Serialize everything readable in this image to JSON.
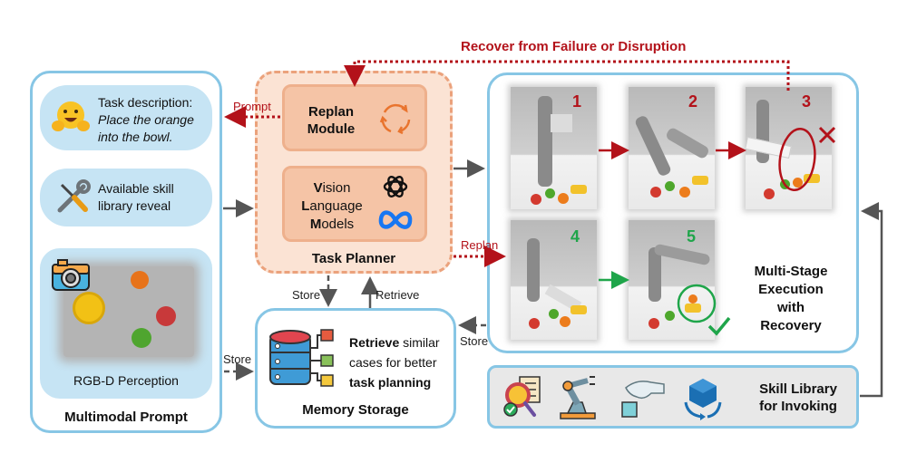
{
  "top_loop": {
    "label": "Recover from Failure or Disruption"
  },
  "multimodal_prompt": {
    "title": "Multimodal Prompt",
    "task": {
      "icon": "hugging-face-emoji-icon",
      "heading": "Task description:",
      "line1": "Place the orange",
      "line2": "into the bowl."
    },
    "skills": {
      "icon": "tools-icon",
      "line1": "Available skill",
      "line2": "library reveal"
    },
    "perception": {
      "icon": "camera-icon",
      "caption": "RGB-D Perception"
    }
  },
  "task_planner": {
    "title": "Task Planner",
    "replan": {
      "line1": "Replan",
      "line2": "Module",
      "icon": "refresh-cycle-icon"
    },
    "vlm": {
      "line1_initial": "V",
      "line1_rest": "ision",
      "line2_initial": "L",
      "line2_rest": "anguage",
      "line3_initial": "M",
      "line3_rest": "odels",
      "icons": [
        "openai-logo-icon",
        "meta-logo-icon"
      ]
    }
  },
  "memory_storage": {
    "title": "Memory Storage",
    "icon": "database-icon",
    "desc_bold1": "Retrieve",
    "desc_rest1": " similar",
    "desc_line2": "cases for better",
    "desc_bold3": "task planning"
  },
  "execution": {
    "title_lines": [
      "Multi-Stage",
      "Execution",
      "with",
      "Recovery"
    ],
    "steps": [
      {
        "number": "1",
        "status": "normal"
      },
      {
        "number": "2",
        "status": "normal"
      },
      {
        "number": "3",
        "status": "failure"
      },
      {
        "number": "4",
        "status": "recovery"
      },
      {
        "number": "5",
        "status": "success"
      }
    ]
  },
  "skill_library": {
    "line1": "Skill Library",
    "line2": "for Invoking",
    "icons": [
      "idea-checklist-icon",
      "robot-arm-icon",
      "hand-grasp-cube-icon",
      "rotate-cube-icon"
    ]
  },
  "edge_labels": {
    "prompt": "Prompt",
    "replan": "Replan",
    "store_left": "Store",
    "store_planner": "Store",
    "retrieve": "Retrieve",
    "store_exec": "Store"
  },
  "colors": {
    "panel_border": "#87c6e5",
    "pill_fill": "#c6e4f4",
    "planner_fill": "#fbe3d4",
    "planner_border": "#eba27c",
    "module_fill": "#f5c4a6",
    "failure_red": "#b3121a",
    "success_green": "#1fa54a",
    "arrow_gray": "#555555",
    "skill_fill": "#e8e8e8"
  }
}
